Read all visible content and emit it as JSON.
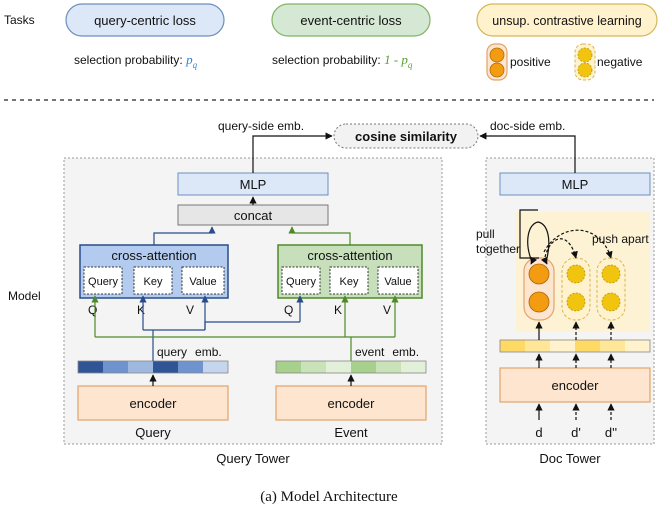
{
  "legend": {
    "tasks_label": "Tasks",
    "query_loss": "query-centric loss",
    "event_loss": "event-centric loss",
    "contrastive": "unsup. contrastive learning",
    "selection_prefix": "selection probability: ",
    "p_q": "p",
    "p_q_sub": "q",
    "one_minus": "1 - p",
    "one_minus_sub": "q",
    "positive": "positive",
    "negative": "negative"
  },
  "model": {
    "label": "Model",
    "cosine": "cosine similarity",
    "query_side": "query-side emb.",
    "doc_side": "doc-side emb.",
    "query_tower": {
      "caption": "Query Tower",
      "mlp": "MLP",
      "concat": "concat",
      "left_attention": {
        "title": "cross-attention",
        "cells": [
          "Query",
          "Key",
          "Value"
        ],
        "inputs": [
          "Q",
          "K",
          "V"
        ]
      },
      "right_attention": {
        "title": "cross-attention",
        "cells": [
          "Query",
          "Key",
          "Value"
        ],
        "inputs": [
          "Q",
          "K",
          "V"
        ]
      },
      "query_emb": "query",
      "query_emb2": "emb.",
      "event_emb": "event",
      "event_emb2": "emb.",
      "encoder_left": "encoder",
      "encoder_right": "encoder",
      "input_left": "Query",
      "input_right": "Event"
    },
    "doc_tower": {
      "caption": "Doc Tower",
      "mlp": "MLP",
      "pull": "pull",
      "together": "together",
      "push": "push apart",
      "encoder": "encoder",
      "inputs": [
        "d",
        "d'",
        "d''"
      ]
    }
  },
  "caption": "(a) Model Architecture",
  "colors": {
    "blue_fill": "#dce8f8",
    "blue_stroke": "#6c8ebf",
    "green_fill": "#d5e8d4",
    "green_stroke": "#82b366",
    "yellow_fill": "#fff2cc",
    "yellow_stroke": "#d6b656",
    "orange_fill": "#fde5d0",
    "orange_stroke": "#e2a46a",
    "orange_dot": "#f39c12",
    "yellow_dot": "#f1c40f"
  }
}
